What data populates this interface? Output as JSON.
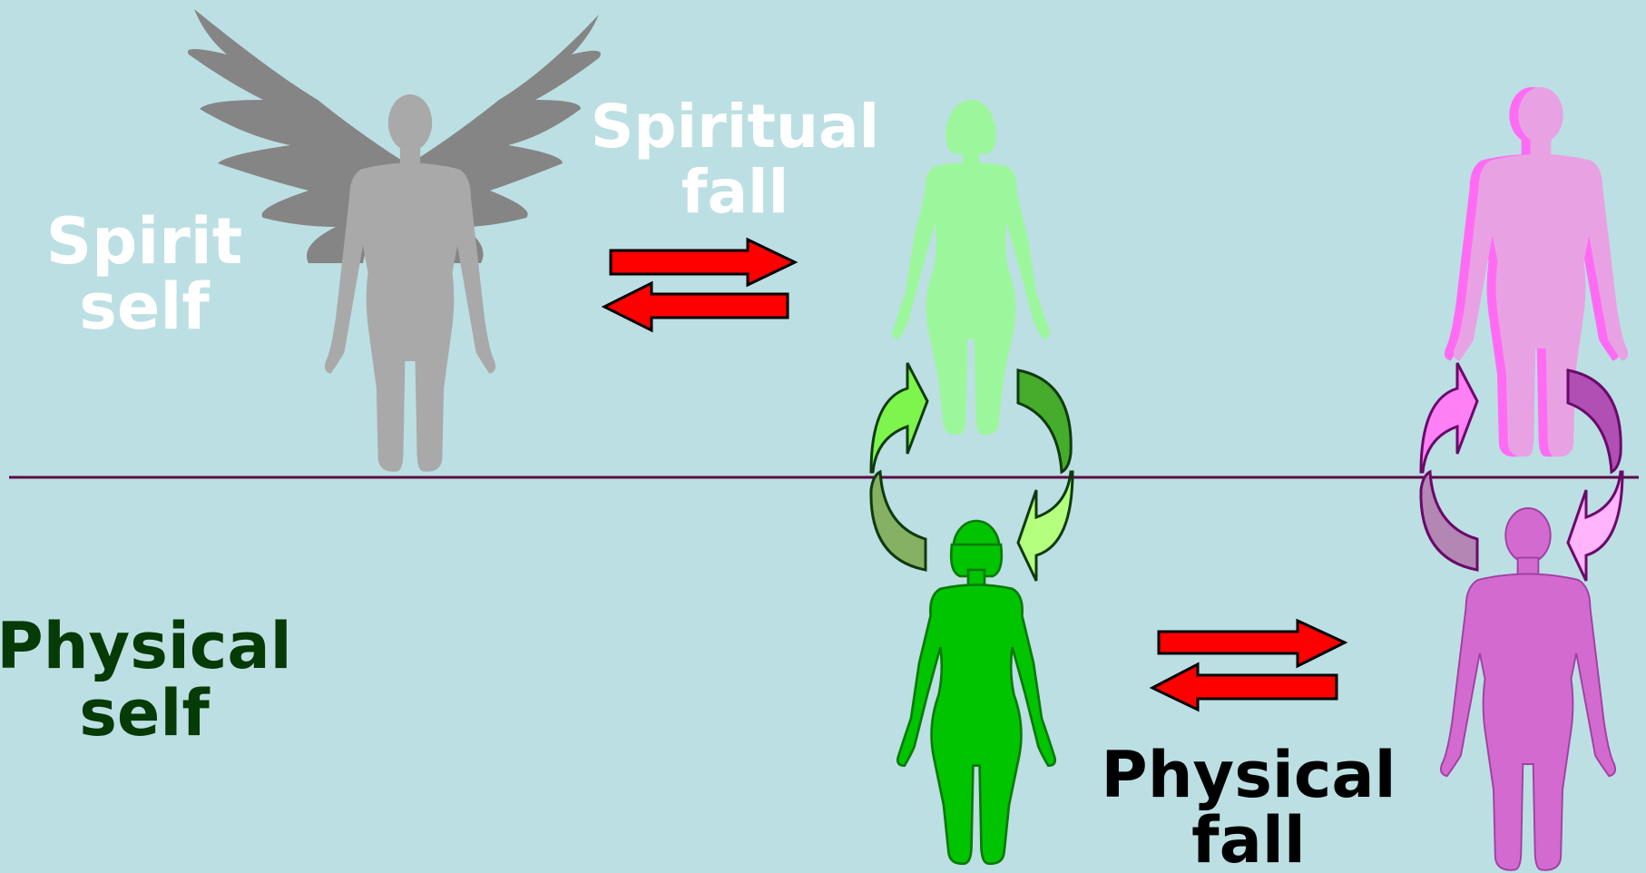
{
  "colors": {
    "background": "#bcdfe3",
    "divider": "#5b0a45",
    "angel_wings": "#858585",
    "angel_body": "#a9a9a9",
    "spirit_woman": "#9cf79c",
    "physical_woman": "#00c400",
    "spirit_man": "#e8a2e4",
    "physical_man": "#d36ad0",
    "fall_arrow": "#ff0000",
    "green_cycle_light": "#7ef54d",
    "green_cycle_dark": "#46ac2c",
    "pink_cycle_light": "#ff80f5",
    "pink_cycle_dark": "#b04fb4"
  },
  "labels": {
    "spirit_self_line1": "Spirit",
    "spirit_self_line2": "self",
    "physical_self_line1": "Physical",
    "physical_self_line2": "self",
    "spiritual_fall_line1": "Spiritual",
    "spiritual_fall_line2": "fall",
    "physical_fall_line1": "Physical",
    "physical_fall_line2": "fall"
  },
  "icons": [
    "angel-figure",
    "woman-figure",
    "man-figure",
    "double-arrow",
    "cycle-arrow"
  ]
}
